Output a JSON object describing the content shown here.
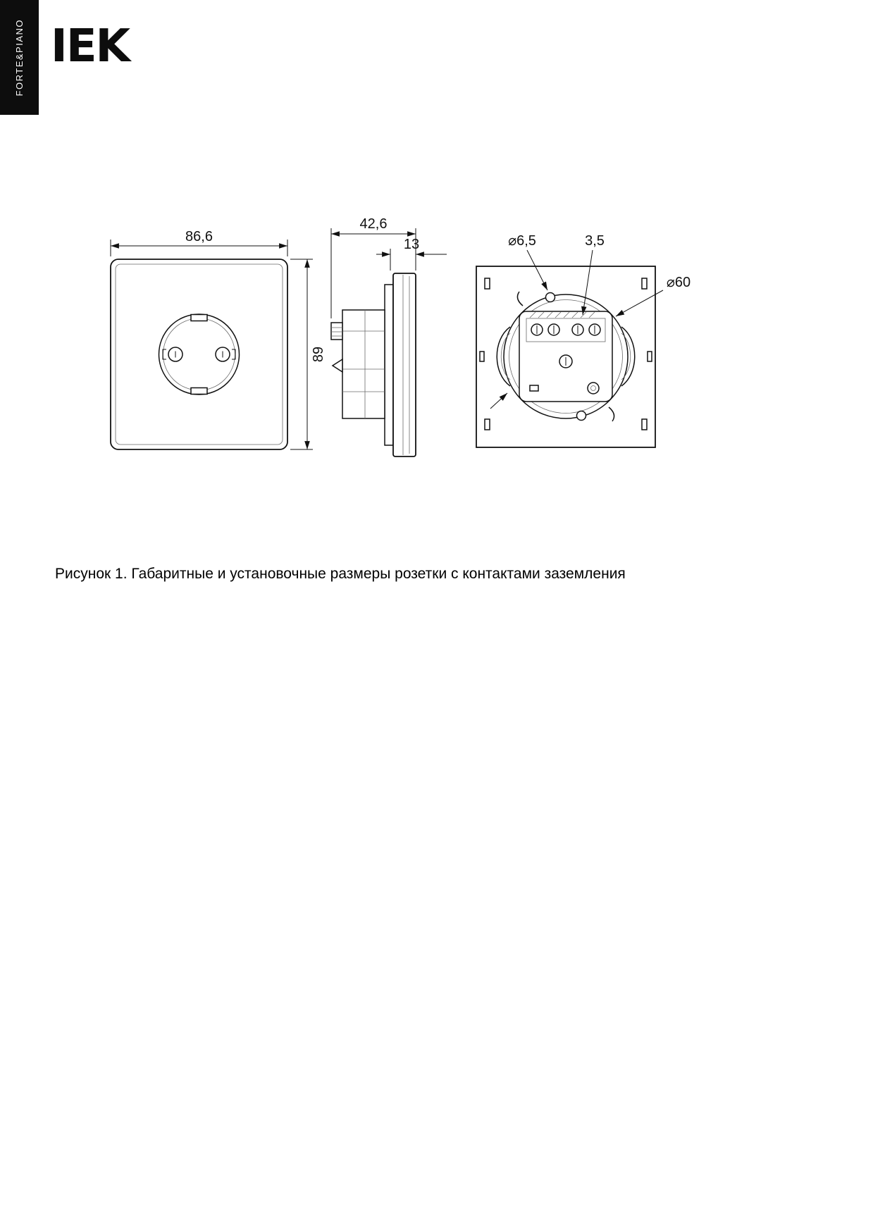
{
  "page": {
    "sidebar_label": "FORTE&PIANO",
    "logo_text": "IEK",
    "caption": "Рисунок 1. Габаритные и установочные размеры розетки с контактами заземления"
  },
  "figure": {
    "front_view": {
      "width_label": "86,6",
      "height_label": "89"
    },
    "side_view": {
      "depth_label": "42,6",
      "front_thickness_label": "13"
    },
    "back_view": {
      "mounting_hole_label": "⌀6,5",
      "gap_label": "3,5",
      "box_diameter_label": "⌀60"
    }
  }
}
